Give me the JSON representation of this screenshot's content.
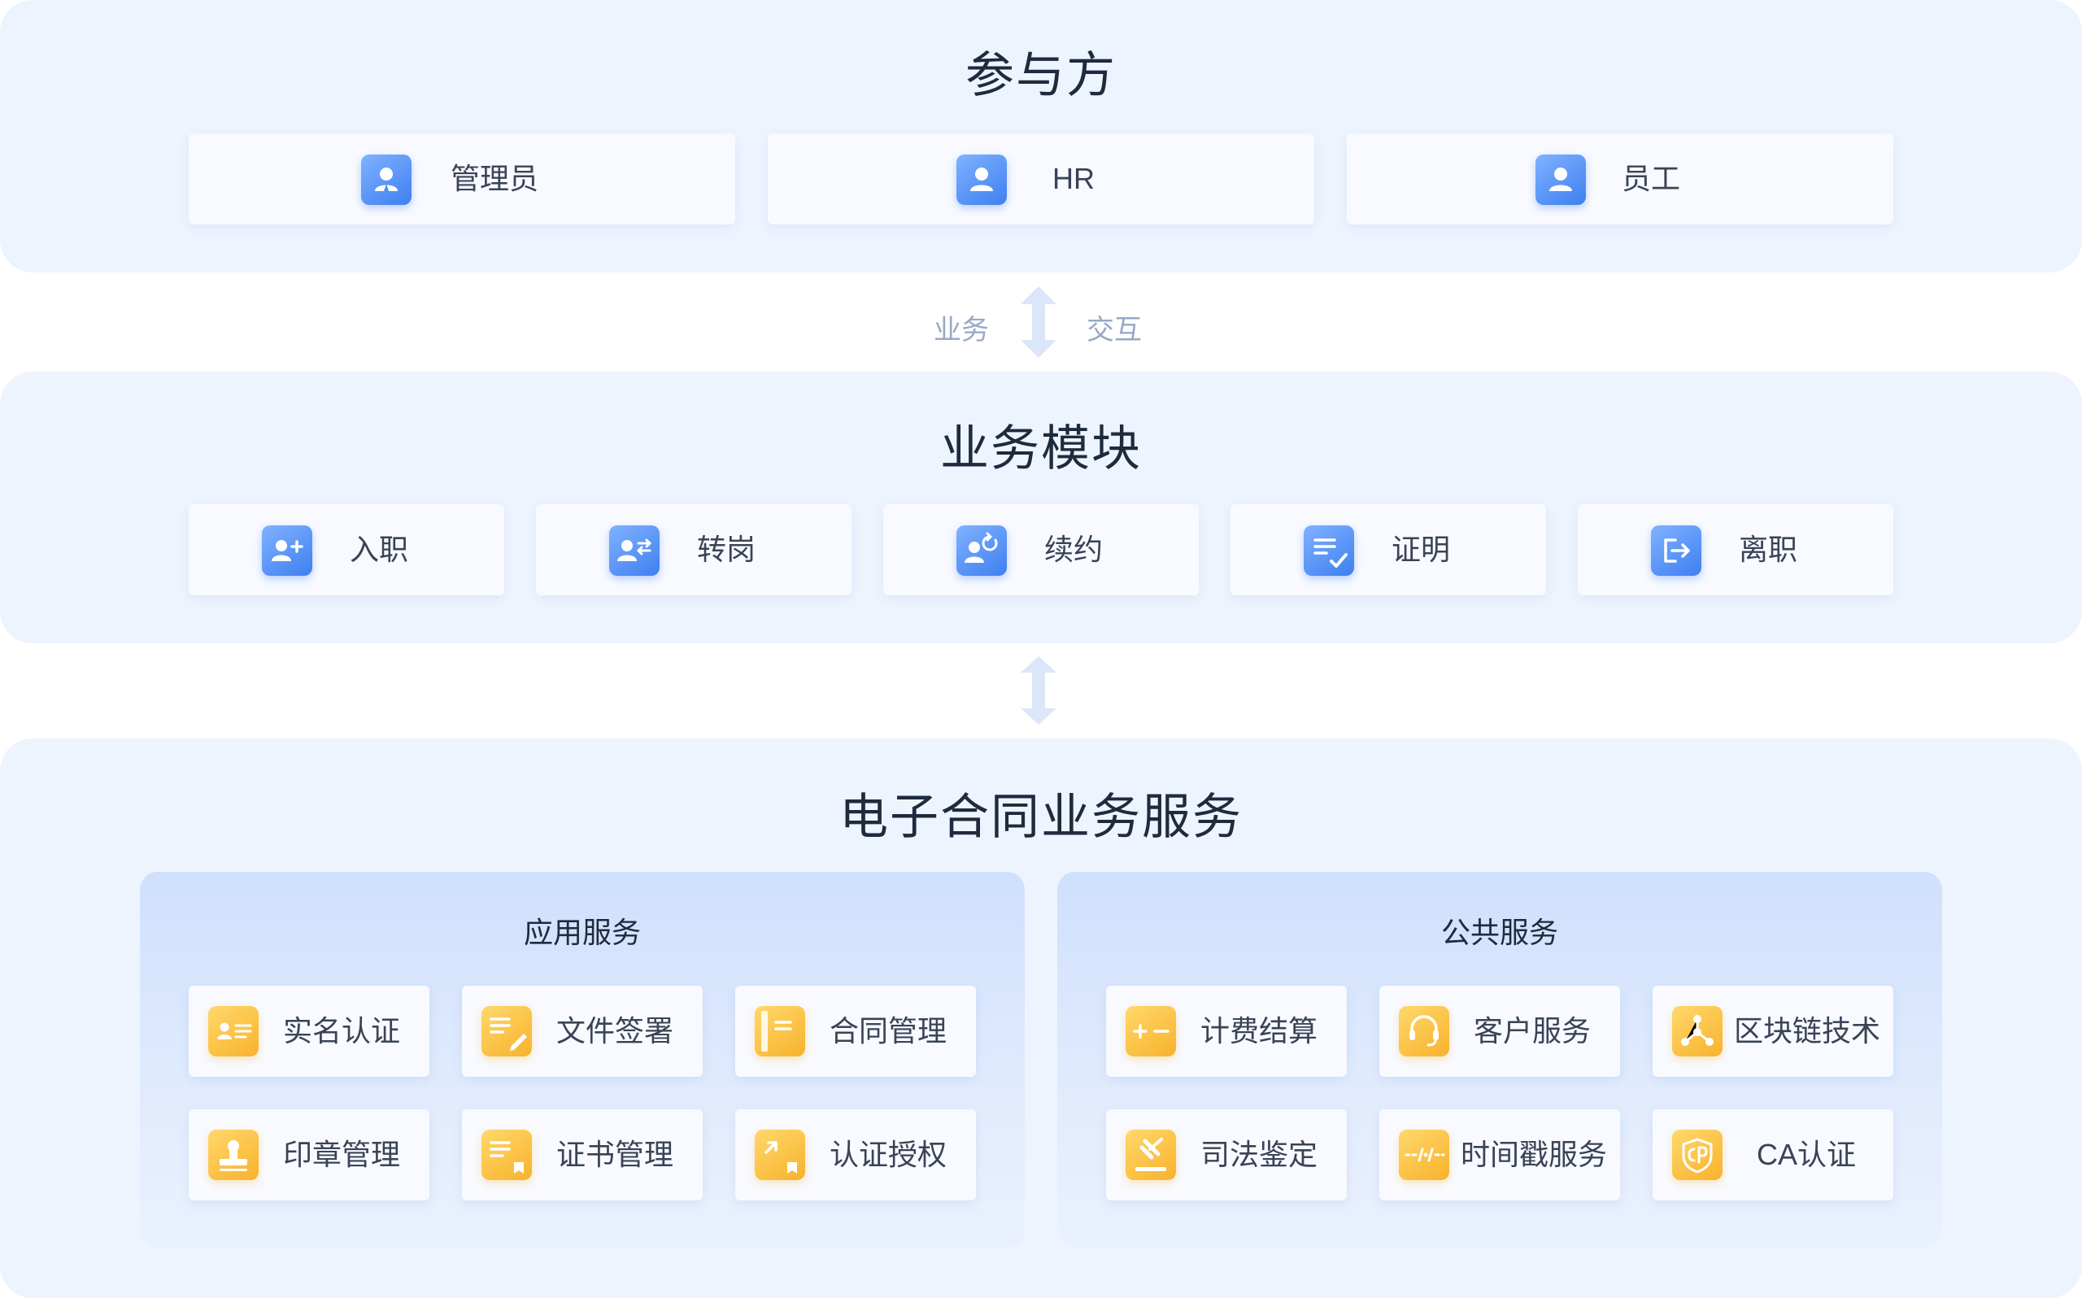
{
  "colors": {
    "panel_bg": "#edf4fe",
    "blue_icon": "#4d8cf5",
    "gold_icon": "#f9bb3a",
    "connector": "#dbe6f8",
    "connector_text": "#98a8c6"
  },
  "participants": {
    "title": "参与方",
    "items": [
      {
        "label": "管理员",
        "icon": "user-icon"
      },
      {
        "label": "HR",
        "icon": "user-icon"
      },
      {
        "label": "员工",
        "icon": "user-icon"
      }
    ]
  },
  "connector1": {
    "left_text": "业务",
    "right_text": "交互"
  },
  "modules": {
    "title": "业务模块",
    "items": [
      {
        "label": "入职",
        "icon": "user-add-icon"
      },
      {
        "label": "转岗",
        "icon": "user-transfer-icon"
      },
      {
        "label": "续约",
        "icon": "user-renew-icon"
      },
      {
        "label": "证明",
        "icon": "document-check-icon"
      },
      {
        "label": "离职",
        "icon": "exit-icon"
      }
    ]
  },
  "services": {
    "title": "电子合同业务服务",
    "application": {
      "title": "应用服务",
      "items": [
        {
          "label": "实名认证",
          "icon": "id-card-icon"
        },
        {
          "label": "文件签署",
          "icon": "document-sign-icon"
        },
        {
          "label": "合同管理",
          "icon": "contract-book-icon"
        },
        {
          "label": "印章管理",
          "icon": "seal-icon"
        },
        {
          "label": "证书管理",
          "icon": "certificate-icon"
        },
        {
          "label": "认证授权",
          "icon": "authorization-icon"
        }
      ]
    },
    "public": {
      "title": "公共服务",
      "items": [
        {
          "label": "计费结算",
          "icon": "plus-minus-icon"
        },
        {
          "label": "客户服务",
          "icon": "headset-icon"
        },
        {
          "label": "区块链技术",
          "icon": "blockchain-icon"
        },
        {
          "label": "司法鉴定",
          "icon": "gavel-icon"
        },
        {
          "label": "时间戳服务",
          "icon": "timestamp-icon"
        },
        {
          "label": "CA认证",
          "icon": "ca-shield-icon"
        }
      ]
    }
  }
}
